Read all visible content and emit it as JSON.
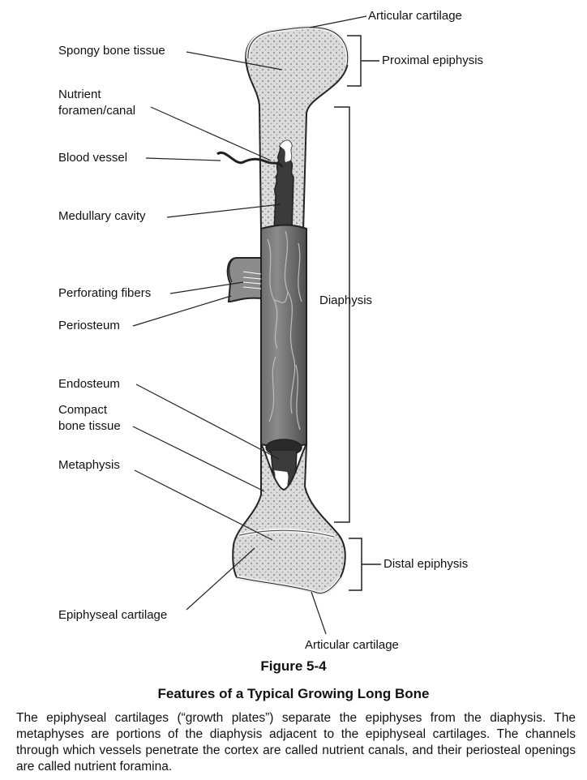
{
  "labels": {
    "articular_cartilage_top": "Articular cartilage",
    "spongy_bone": "Spongy bone tissue",
    "proximal_epiphysis": "Proximal epiphysis",
    "nutrient_foramen_1": "Nutrient",
    "nutrient_foramen_2": "foramen/canal",
    "blood_vessel": "Blood vessel",
    "medullary_cavity": "Medullary cavity",
    "perforating_fibers": "Perforating fibers",
    "periosteum": "Periosteum",
    "diaphysis": "Diaphysis",
    "endosteum": "Endosteum",
    "compact_bone_1": "Compact",
    "compact_bone_2": "bone tissue",
    "metaphysis": "Metaphysis",
    "distal_epiphysis": "Distal epiphysis",
    "epiphyseal_cartilage": "Epiphyseal cartilage",
    "articular_cartilage_bottom": "Articular cartilage"
  },
  "figure": {
    "number": "Figure 5-4",
    "title": "Features of a Typical Growing Long Bone",
    "caption": "The epiphyseal cartilages (“growth plates”) separate the epiphyses from the diaphysis. The metaphyses are portions of the diaphysis adjacent to the epiphyseal cartilages. The channels through which vessels penetrate the cortex are called nutrient canals, and their periosteal openings are called nutrient foramina."
  },
  "colors": {
    "bone_fill": "#d9d9d9",
    "shaft_fill": "#7a7a7a",
    "cavity": "#3a3a3a",
    "line": "#222222"
  }
}
